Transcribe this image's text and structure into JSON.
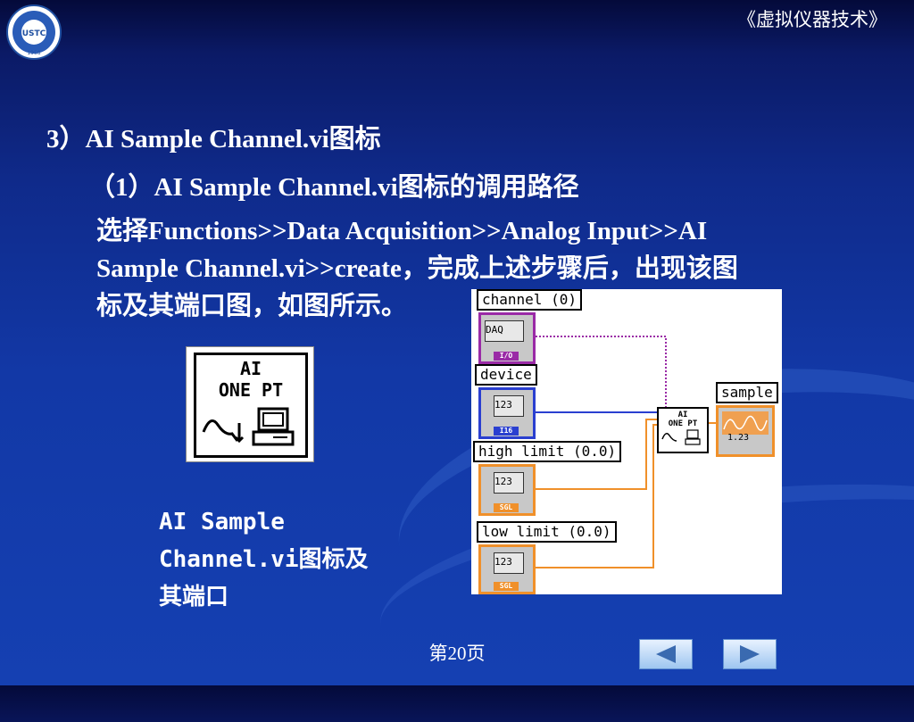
{
  "header": {
    "course_title": "《虚拟仪器技术》",
    "logo_text": "USTC",
    "logo_year": "1958"
  },
  "content": {
    "heading": "3）AI Sample Channel.vi图标",
    "subheading": "（1）AI Sample Channel.vi图标的调用路径",
    "paragraph_lines": [
      "选择Functions>>Data Acquisition>>Analog Input>>AI",
      "Sample Channel.vi>>create，完成上述步骤后，出现该图",
      "标及其端口图，如图所示。"
    ]
  },
  "icon": {
    "line1": "AI",
    "line2": "ONE PT"
  },
  "caption": {
    "lines": [
      "AI Sample",
      "Channel.vi图标及",
      "其端口"
    ]
  },
  "diagram": {
    "labels": {
      "channel": "channel (0)",
      "device": "device",
      "high_limit": "high limit (0.0)",
      "low_limit": "low limit (0.0)",
      "sample": "sample"
    },
    "terminals": {
      "channel_value": "DAQ",
      "channel_tag": "I/O",
      "device_value": "123",
      "device_tag": "I16",
      "high_value": "123",
      "high_tag": "SGL",
      "low_value": "123",
      "low_tag": "SGL",
      "sample_value": "1.23"
    },
    "node": {
      "line1": "AI",
      "line2": "ONE PT"
    },
    "colors": {
      "channel": "#9a2aa6",
      "device": "#2a3fd0",
      "limit": "#f0902a",
      "sample": "#f0902a"
    }
  },
  "footer": {
    "page_number": "第20页"
  },
  "nav": {
    "prev_icon": "left-triangle-icon",
    "next_icon": "right-triangle-icon"
  }
}
